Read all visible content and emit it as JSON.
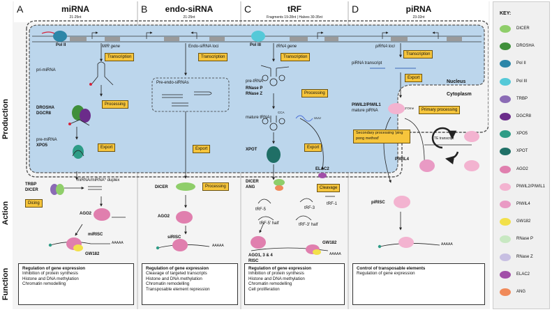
{
  "columns": [
    {
      "letter": "A",
      "title": "miRNA",
      "length": "21-25nt"
    },
    {
      "letter": "B",
      "title": "endo-siRNA",
      "length": "21-25nt"
    },
    {
      "letter": "C",
      "title": "tRF",
      "length": "Fragments 19-28nt | Halves 30-35nt"
    },
    {
      "letter": "D",
      "title": "piRNA",
      "length": "23-32nt"
    }
  ],
  "row_labels": {
    "production": "Production",
    "action": "Action",
    "function": "Function"
  },
  "compartments": {
    "nucleus": "Nucleus",
    "cytoplasm": "Cytoplasm"
  },
  "mirna": {
    "pol": "Pol II",
    "gene": "MIR gene",
    "transcription": "Transcription",
    "pri": "pri-miRNA",
    "drosha": "DROSHA",
    "dgcr8": "DGCR8",
    "processing": "Processing",
    "pre": "pre-miRNA",
    "xpo5": "XPO5",
    "export": "Export",
    "trbp": "TRBP",
    "dicer": "DICER",
    "dicing": "Dicing",
    "duplex": "miRNA/miRNA* duplex",
    "ago2": "AGO2",
    "mirisc": "miRISC",
    "gw182": "GW182",
    "aaa": "AAAAA"
  },
  "sirna": {
    "loci": "Endo-siRNA loci",
    "transcription": "Transcription",
    "pre": "Pre-endo-siRNAs",
    "export": "Export",
    "dicer": "DICER",
    "processing": "Processing",
    "ago2": "AGO2",
    "sirisc": "siRISC",
    "aaa": "AAAAA"
  },
  "trf": {
    "pol": "Pol III",
    "gene": "tRNA gene",
    "transcription": "Transcription",
    "pre": "pre-tRNA",
    "rnasep": "RNase P",
    "rnasez": "RNase Z",
    "processing": "Processing",
    "mature": "mature tRNA",
    "xpot": "XPOT",
    "export": "Export",
    "elac2": "ELAC2",
    "cleavage": "Cleavage",
    "dicer": "DICER",
    "ang": "ANG",
    "trf5": "tRF-5",
    "trf3": "tRF-3",
    "trf1": "tRF-1",
    "half5": "tRF-5' half",
    "half3": "tRF-3' half",
    "ago": "AGO1, 3 & 4",
    "risc": "RISC",
    "gw182": "GW182",
    "aaa": "AAAAA",
    "cca": "CCA",
    "uuu": "UUU"
  },
  "pirna": {
    "loci": "piRNA loci",
    "transcription": "Transcription",
    "transcript": "piRNA transcript",
    "export": "Export",
    "piwil": "PIWIL2/PIWIL1",
    "mature": "mature piRNA",
    "primary": "Primary processing",
    "secondary": "Secondary processing 'ping pong method'",
    "te": "TE transcript",
    "piwil4": "PIWIL4",
    "pirisc": "piRISC",
    "aaa": "AAAAA",
    "me": "2'Ome"
  },
  "functions": [
    {
      "title": "Regulation of gene expression",
      "items": [
        "Inhibition of protein synthesis",
        "Histone and DNA methylation",
        "Chromatin remodelling"
      ]
    },
    {
      "title": "Regulation of gene expression",
      "items": [
        "Cleavage of targeted transcripts",
        "Histone and DNA methylation",
        "Chromatin remodelling",
        "Transposable element repression"
      ]
    },
    {
      "title": "Regulation of gene expression",
      "items": [
        "Inhibition of protein synthesis",
        "Histone and DNA methylation",
        "Chromatin remodelling",
        "Cell proliferation"
      ]
    },
    {
      "title": "Control of transposable elements",
      "items": [
        "Regulation of gene expression"
      ]
    }
  ],
  "key": {
    "title": "KEY:",
    "items": [
      {
        "label": "DICER",
        "color": "#8fce6a"
      },
      {
        "label": "DROSHA",
        "color": "#3f8f3a"
      },
      {
        "label": "Pol II",
        "color": "#2c86a8"
      },
      {
        "label": "Pol III",
        "color": "#55c9d8"
      },
      {
        "label": "TRBP",
        "color": "#8b6bb5"
      },
      {
        "label": "DGCR8",
        "color": "#6b2c8a"
      },
      {
        "label": "XPO5",
        "color": "#2e9c86"
      },
      {
        "label": "XPOT",
        "color": "#1f6f66"
      },
      {
        "label": "AGO2",
        "color": "#e07fae"
      },
      {
        "label": "PIWIL2/PIWIL1",
        "color": "#f3b3d0"
      },
      {
        "label": "PIWIL4",
        "color": "#e99ac4"
      },
      {
        "label": "GW182",
        "color": "#f2e04a"
      },
      {
        "label": "RNase P",
        "color": "#c8e8c2"
      },
      {
        "label": "RNase Z",
        "color": "#c7bfe2"
      },
      {
        "label": "ELAC2",
        "color": "#a14fa8"
      },
      {
        "label": "ANG",
        "color": "#f08a5a"
      }
    ]
  }
}
